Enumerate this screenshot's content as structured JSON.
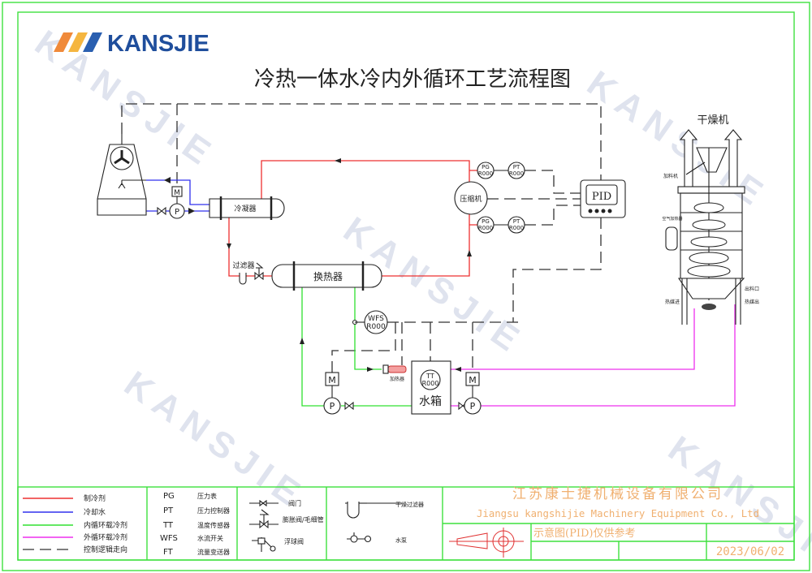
{
  "logo": {
    "brand": "KANSJIE",
    "stripe_colors": [
      "#f08a3a",
      "#f5b640",
      "#2a5fb0"
    ]
  },
  "watermark": "KANSJIE",
  "title": "冷热一体水冷内外循环工艺流程图",
  "equipment": {
    "condenser": "冷凝器",
    "heat_exchanger": "换热器",
    "filter": "过滤器",
    "compressor": "压缩机",
    "controller": "PID",
    "heater": "加热器",
    "tank": "水箱",
    "pump": "P",
    "motor": "M",
    "instruments": [
      {
        "code": "PG",
        "tag": "R000"
      },
      {
        "code": "PT",
        "tag": "R000"
      },
      {
        "code": "PG",
        "tag": "R000"
      },
      {
        "code": "PT",
        "tag": "R000"
      },
      {
        "code": "WFS",
        "tag": "R000"
      },
      {
        "code": "TT",
        "tag": "R000"
      }
    ],
    "dryer": {
      "title": "干燥机",
      "feeder": "加料机",
      "air_heater": "空气加热器",
      "outlet": "出料口",
      "medium_in": "热媒进",
      "medium_out": "热媒出"
    }
  },
  "legend": {
    "lines": [
      {
        "label": "制冷剂",
        "color": "#ee3030"
      },
      {
        "label": "冷却水",
        "color": "#3030ee"
      },
      {
        "label": "内循环载冷剂",
        "color": "#30e030"
      },
      {
        "label": "外循环载冷剂",
        "color": "#ee30ee"
      },
      {
        "label": "控制逻辑走向",
        "color": "#333333"
      }
    ],
    "codes": [
      {
        "code": "PG",
        "desc": "压力表"
      },
      {
        "code": "PT",
        "desc": "压力控制器"
      },
      {
        "code": "TT",
        "desc": "温度传感器"
      },
      {
        "code": "WFS",
        "desc": "水流开关"
      },
      {
        "code": "FT",
        "desc": "流量变送器"
      }
    ],
    "symbols": [
      "阀门",
      "膨胀阀/毛细管",
      "浮球阀",
      "干燥过滤器",
      "水泵"
    ]
  },
  "title_block": {
    "company_cn": "江苏康士捷机械设备有限公司",
    "company_en": "Jiangsu kangshijie Machinery Equipment Co., Ltd",
    "note": "示意图(PID)仅供参考",
    "date": "2023/06/02",
    "text_color": "#f0b070"
  }
}
